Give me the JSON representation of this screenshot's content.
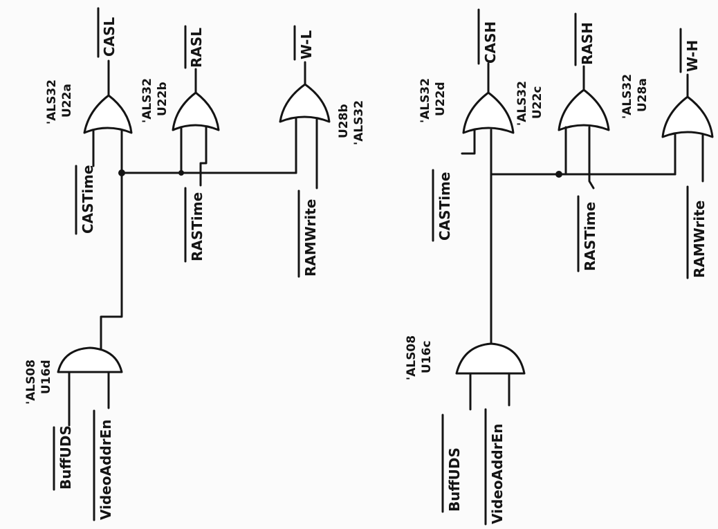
{
  "left_circuit": {
    "and_gate": {
      "part": "'ALS08",
      "ref": "U16d"
    },
    "and_inputs": [
      "BuffUDS",
      "VideoAddrEn"
    ],
    "gates": [
      {
        "part": "'ALS32",
        "ref": "U22a",
        "output": "CASL",
        "input": "CASTime"
      },
      {
        "part": "'ALS32",
        "ref": "U22b",
        "output": "RASL",
        "input": "RASTime"
      },
      {
        "part": "'ALS32",
        "ref": "U28b",
        "output": "W-L",
        "input": "RAMWrite"
      }
    ]
  },
  "right_circuit": {
    "and_gate": {
      "part": "'ALS08",
      "ref": "U16c"
    },
    "and_inputs": [
      "BuffUDS",
      "VideoAddrEn"
    ],
    "gates": [
      {
        "part": "'ALS32",
        "ref": "U22d",
        "output": "CASH",
        "input": "CASTime"
      },
      {
        "part": "'ALS32",
        "ref": "U22c",
        "output": "RASH",
        "input": "RASTime"
      },
      {
        "part": "'ALS32",
        "ref": "U28a",
        "output": "W-H",
        "input": "RAMWrite"
      }
    ]
  },
  "colors": {
    "ink": "#141414",
    "paper": "#fbfbfb"
  }
}
